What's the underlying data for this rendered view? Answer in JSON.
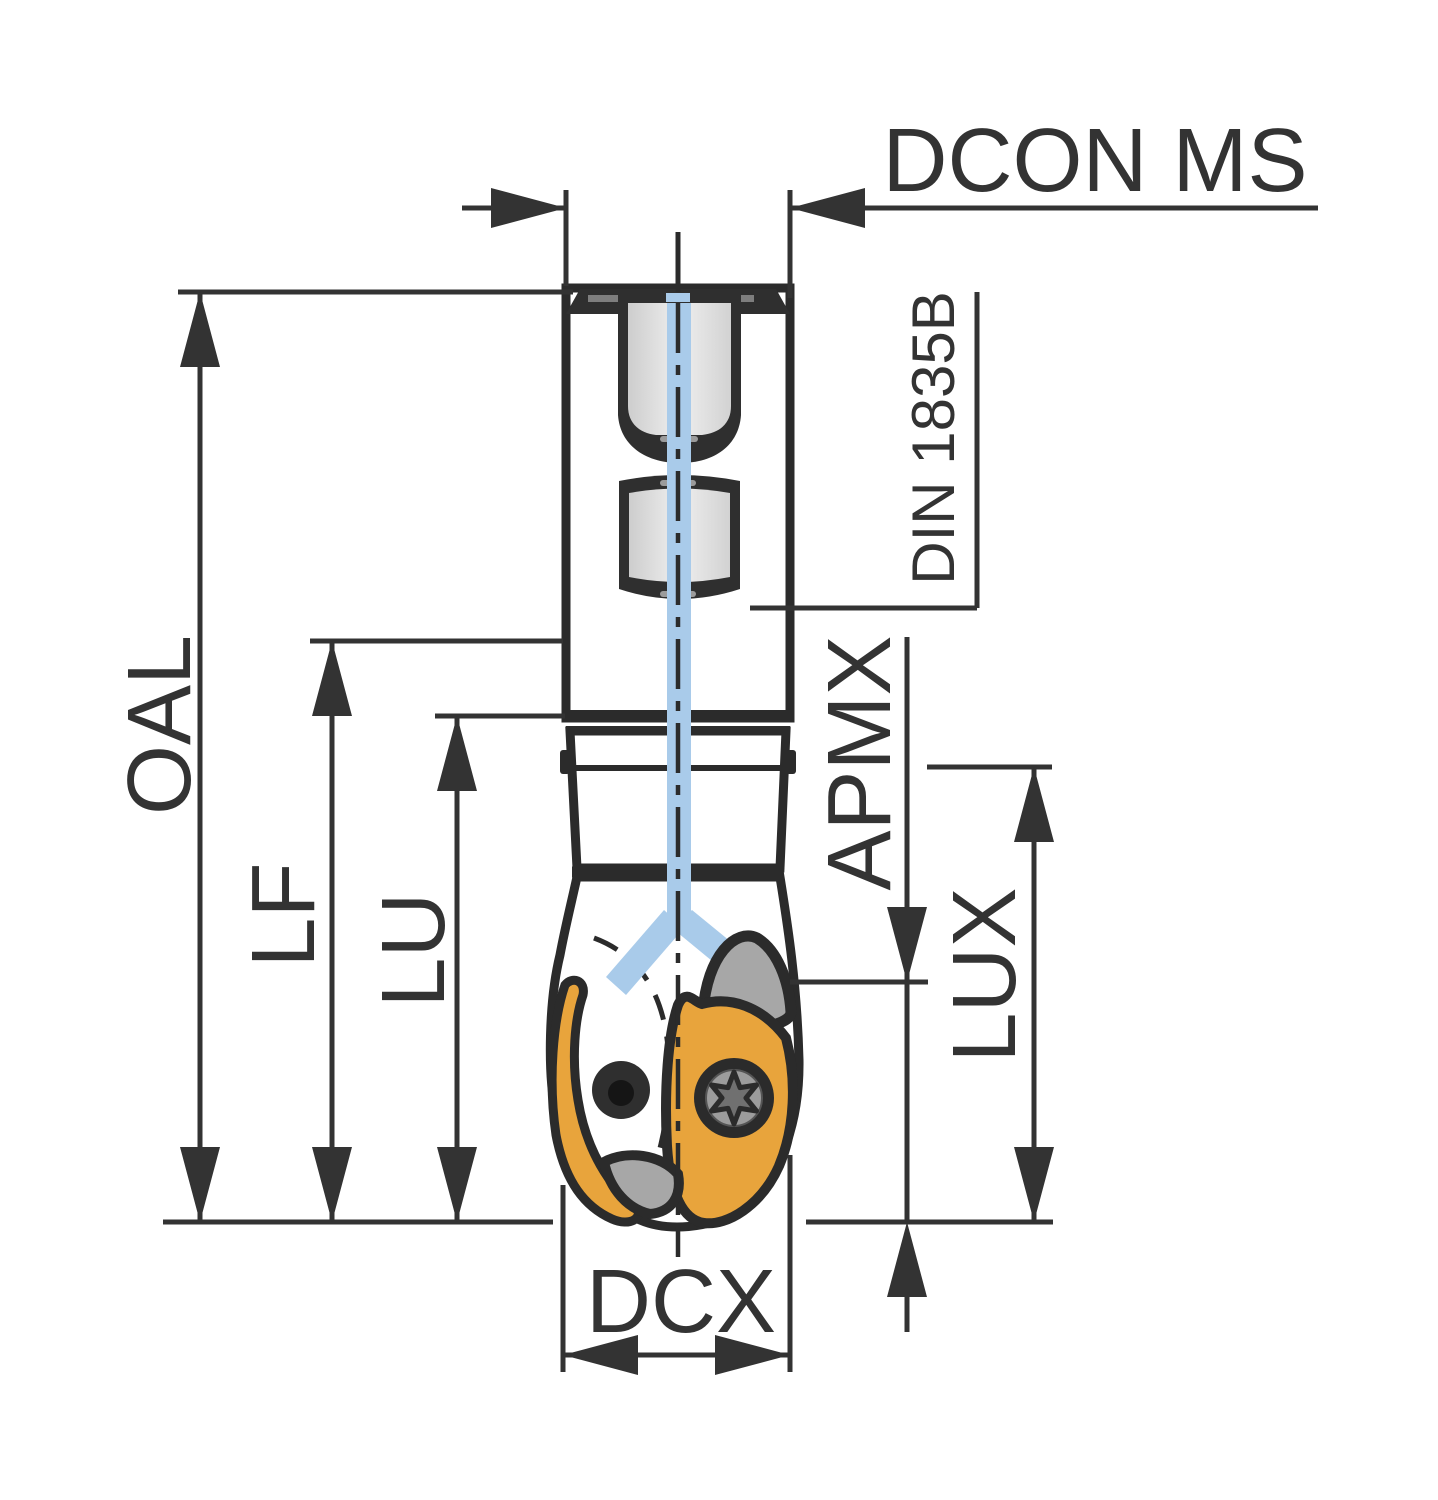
{
  "drawing": {
    "type": "technical-dimension-drawing",
    "subject": "indexable ball nose end mill with coolant channel, side view",
    "labels": {
      "dcon": "DCON MS",
      "din": "DIN 1835B",
      "oal": "OAL",
      "lf": "LF",
      "lu": "LU",
      "apmx": "APMX",
      "lux": "LUX",
      "dcx": "DCX"
    },
    "colors": {
      "line": "#333333",
      "outline": "#2b2b2b",
      "insert_yellow": "#E8A43C",
      "coolant_blue": "#A9CBEA",
      "seat_gray": "#A7A7A7",
      "background": "#FFFFFF"
    }
  }
}
